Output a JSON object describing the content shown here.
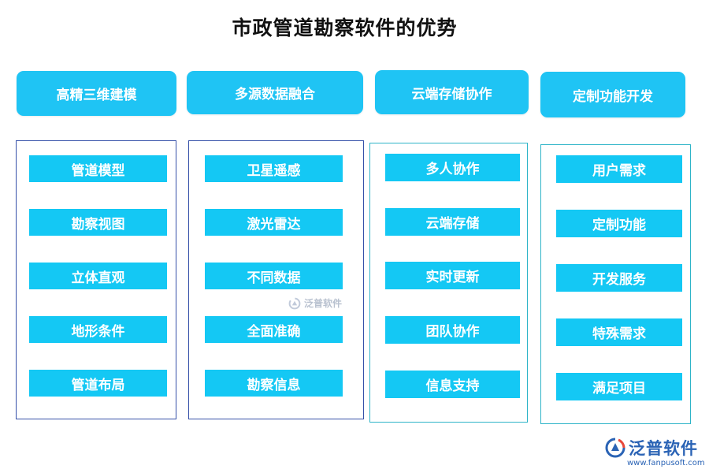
{
  "title": "市政管道勘察软件的优势",
  "columns": [
    {
      "header": "高精三维建模",
      "items": [
        "管道模型",
        "勘察视图",
        "立体直观",
        "地形条件",
        "管道布局"
      ]
    },
    {
      "header": "多源数据融合",
      "items": [
        "卫星遥感",
        "激光雷达",
        "不同数据",
        "全面准确",
        "勘察信息"
      ]
    },
    {
      "header": "云端存储协作",
      "items": [
        "多人协作",
        "云端存储",
        "实时更新",
        "团队协作",
        "信息支持"
      ]
    },
    {
      "header": "定制功能开发",
      "items": [
        "用户需求",
        "定制功能",
        "开发服务",
        "特殊需求",
        "满足项目"
      ]
    }
  ],
  "watermark": {
    "name": "泛普软件"
  },
  "brand": {
    "name": "泛普软件",
    "url": "www.fanpusoft.com"
  },
  "colors": {
    "header": "#1fc4f4",
    "item": "#14c8f4",
    "panel_border_navy": "#3550a8",
    "panel_border_teal": "#2eb4c8",
    "brand": "#2a63b5"
  },
  "icons": {
    "brand_logo": "fanpu-logo-icon"
  }
}
